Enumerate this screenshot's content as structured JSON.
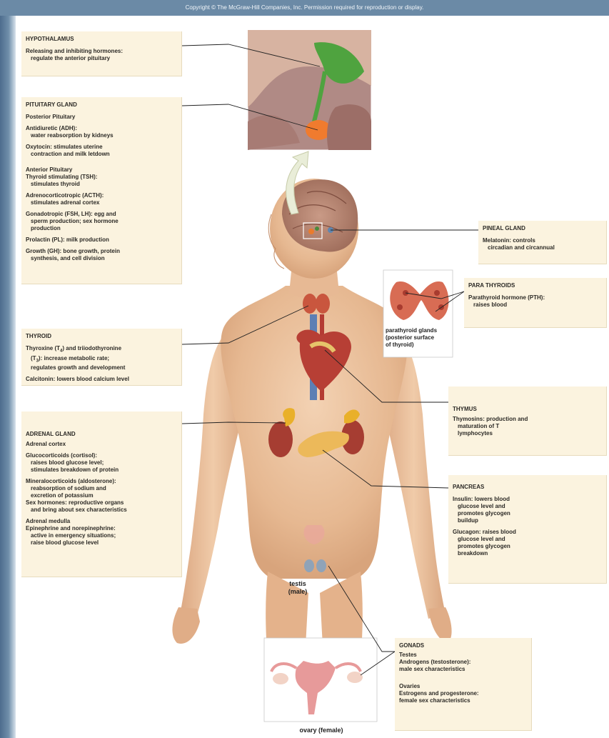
{
  "copyright": "Copyright © The McGraw-Hill Companies, Inc. Permission required for reproduction or display.",
  "hypothalamus": {
    "title": "HYPOTHALAMUS",
    "l1": "Releasing and inhibiting hormones:",
    "l2": "regulate the anterior pituitary"
  },
  "pituitary": {
    "title": "PITUITARY GLAND",
    "posterior": "Posterior Pituitary",
    "adh1": "Antidiuretic (ADH):",
    "adh2": "water reabsorption by kidneys",
    "oxy1": "Oxytocin: stimulates uterine",
    "oxy2": "contraction and milk letdown",
    "anterior": "Anterior Pituitary",
    "tsh1": "Thyroid stimulating (TSH):",
    "tsh2": "stimulates thyroid",
    "acth1": "Adrenocorticotropic (ACTH):",
    "acth2": "stimulates adrenal cortex",
    "gonad1": "Gonadotropic (FSH, LH): egg and",
    "gonad2": "sperm production; sex hormone",
    "gonad3": "production",
    "prolactin": "Prolactin (PL): milk production",
    "gh1": "Growth (GH): bone growth, protein",
    "gh2": "synthesis, and cell division"
  },
  "thyroid": {
    "title": "THYROID",
    "l1a": "Thyroxine (T",
    "l1sub": "4",
    "l1b": ") and triiodothyronine",
    "l2a": "(T",
    "l2sub": "3",
    "l2b": "): increase metabolic rate;",
    "l3": "regulates growth and development",
    "l4": "Calcitonin: lowers blood calcium level"
  },
  "adrenal": {
    "title": "ADRENAL GLAND",
    "cortex": "Adrenal cortex",
    "g1": "Glucocorticoids (cortisol):",
    "g2": "raises blood glucose level;",
    "g3": "stimulates breakdown of protein",
    "m1": "Mineralocorticoids (aldosterone):",
    "m2": "reabsorption of sodium and",
    "m3": "excretion of potassium",
    "s1": "Sex hormones: reproductive organs",
    "s2": "and bring about sex characteristics",
    "medulla": "Adrenal medulla",
    "e1": "Epinephrine and norepinephrine:",
    "e2": "active in emergency situations;",
    "e3": "raise blood glucose level"
  },
  "pineal": {
    "title": "PINEAL GLAND",
    "l1": "Melatonin: controls",
    "l2": "circadian and circannual"
  },
  "parathyroids": {
    "title": "PARA THYROIDS",
    "l1": "Parathyroid hormone (PTH):",
    "l2": "raises blood"
  },
  "parathyroid_inset": {
    "l1": "parathyroid glands",
    "l2": "(posterior surface",
    "l3": "of thyroid)"
  },
  "thymus": {
    "title": "THYMUS",
    "l1": "Thymosins: production and",
    "l2": "maturation of T",
    "l3": "lymphocytes"
  },
  "pancreas": {
    "title": "PANCREAS",
    "i1": "Insulin: lowers blood",
    "i2": "glucose level and",
    "i3": "promotes glycogen",
    "i4": "buildup",
    "g1": "Glucagon: raises blood",
    "g2": "glucose level and",
    "g3": "promotes glycogen",
    "g4": "breakdown"
  },
  "gonads": {
    "title": "GONADS",
    "testes": "Testes",
    "t1": "Androgens (testosterone):",
    "t2": "male sex characteristics",
    "ovaries": "Ovaries",
    "o1": "Estrogens and progesterone:",
    "o2": "female sex characteristics"
  },
  "testis_label": {
    "l1": "testis",
    "l2": "(male)"
  },
  "ovary_label": "ovary (female)"
}
